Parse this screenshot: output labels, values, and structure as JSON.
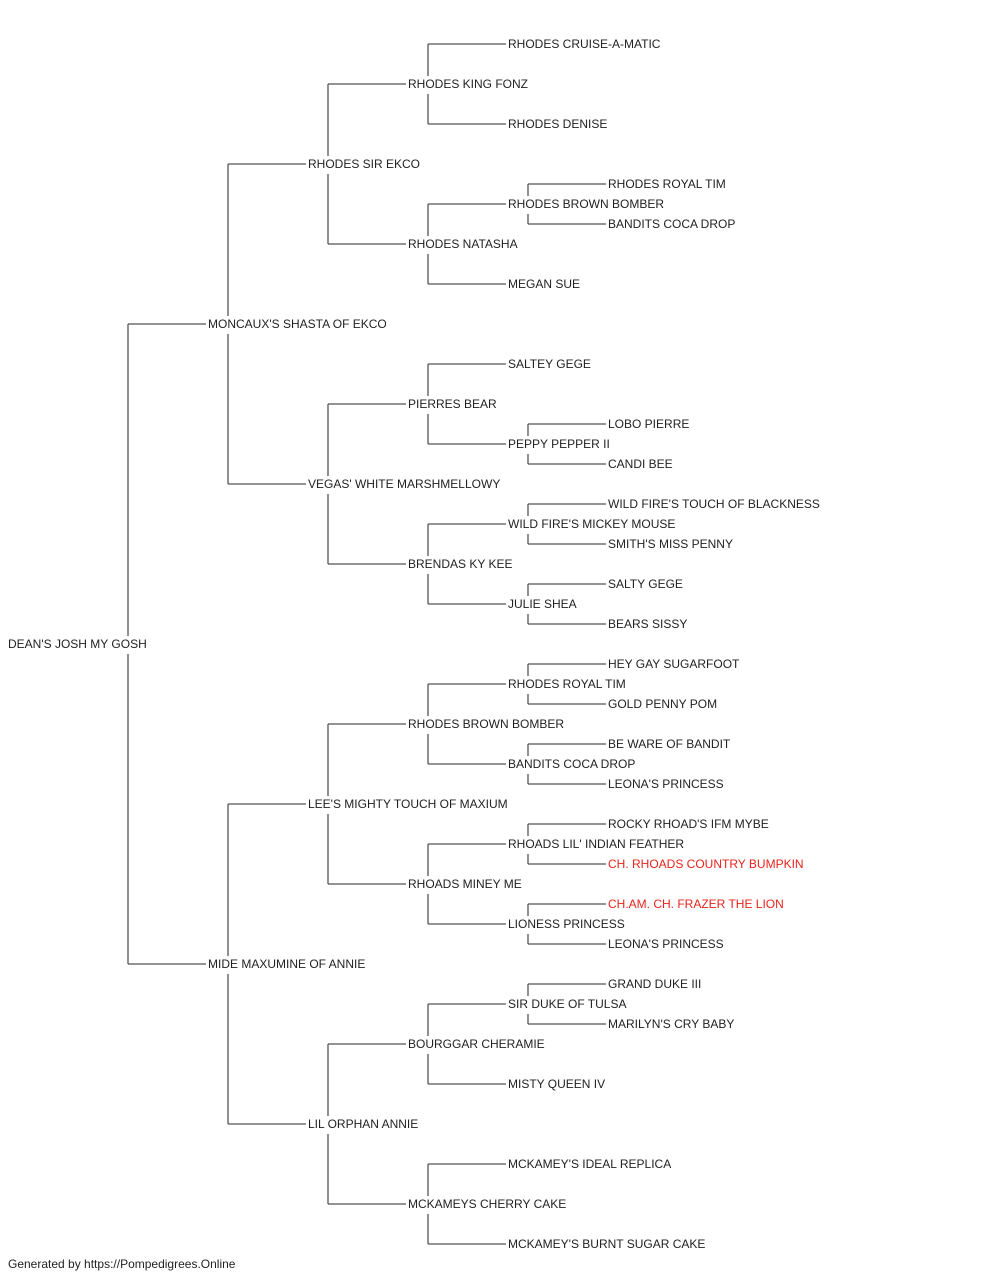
{
  "footer": "Generated by https://Pompedigrees.Online",
  "colors": {
    "text": "#222222",
    "champion": "#e8231b",
    "line": "#555555"
  },
  "pedigree": {
    "name": "DEAN'S JOSH MY GOSH",
    "children": [
      {
        "name": "MONCAUX'S SHASTA OF EKCO",
        "children": [
          {
            "name": "RHODES SIR EKCO",
            "children": [
              {
                "name": "RHODES KING FONZ",
                "children": [
                  {
                    "name": "RHODES CRUISE-A-MATIC"
                  },
                  {
                    "name": "RHODES DENISE"
                  }
                ]
              },
              {
                "name": "RHODES NATASHA",
                "children": [
                  {
                    "name": "RHODES BROWN BOMBER",
                    "children": [
                      {
                        "name": "RHODES ROYAL TIM"
                      },
                      {
                        "name": "BANDITS COCA DROP"
                      }
                    ]
                  },
                  {
                    "name": "MEGAN SUE"
                  }
                ]
              }
            ]
          },
          {
            "name": "VEGAS' WHITE MARSHMELLOWY",
            "children": [
              {
                "name": "PIERRES BEAR",
                "children": [
                  {
                    "name": "SALTEY GEGE"
                  },
                  {
                    "name": "PEPPY PEPPER II",
                    "children": [
                      {
                        "name": "LOBO PIERRE"
                      },
                      {
                        "name": "CANDI BEE"
                      }
                    ]
                  }
                ]
              },
              {
                "name": "BRENDAS KY KEE",
                "children": [
                  {
                    "name": "WILD FIRE'S MICKEY MOUSE",
                    "children": [
                      {
                        "name": "WILD FIRE'S TOUCH OF BLACKNESS"
                      },
                      {
                        "name": "SMITH'S MISS PENNY"
                      }
                    ]
                  },
                  {
                    "name": "JULIE SHEA",
                    "children": [
                      {
                        "name": "SALTY GEGE"
                      },
                      {
                        "name": "BEARS SISSY"
                      }
                    ]
                  }
                ]
              }
            ]
          }
        ]
      },
      {
        "name": "MIDE MAXUMINE OF ANNIE",
        "children": [
          {
            "name": "LEE'S MIGHTY TOUCH OF MAXIUM",
            "children": [
              {
                "name": "RHODES BROWN BOMBER",
                "children": [
                  {
                    "name": "RHODES ROYAL TIM",
                    "children": [
                      {
                        "name": "HEY GAY SUGARFOOT"
                      },
                      {
                        "name": "GOLD PENNY POM"
                      }
                    ]
                  },
                  {
                    "name": "BANDITS COCA DROP",
                    "children": [
                      {
                        "name": "BE WARE OF BANDIT"
                      },
                      {
                        "name": "LEONA'S PRINCESS"
                      }
                    ]
                  }
                ]
              },
              {
                "name": "RHOADS MINEY ME",
                "children": [
                  {
                    "name": "RHOADS LIL' INDIAN FEATHER",
                    "children": [
                      {
                        "name": "ROCKY RHOAD'S IFM MYBE"
                      },
                      {
                        "name": "CH. RHOADS COUNTRY BUMPKIN",
                        "champion": true
                      }
                    ]
                  },
                  {
                    "name": "LIONESS PRINCESS",
                    "children": [
                      {
                        "name": "CH.AM. CH. FRAZER THE LION",
                        "champion": true
                      },
                      {
                        "name": "LEONA'S PRINCESS"
                      }
                    ]
                  }
                ]
              }
            ]
          },
          {
            "name": "LIL ORPHAN ANNIE",
            "children": [
              {
                "name": "BOURGGAR CHERAMIE",
                "children": [
                  {
                    "name": "SIR DUKE OF TULSA",
                    "children": [
                      {
                        "name": "GRAND DUKE III"
                      },
                      {
                        "name": "MARILYN'S CRY BABY"
                      }
                    ]
                  },
                  {
                    "name": "MISTY QUEEN IV"
                  }
                ]
              },
              {
                "name": "MCKAMEYS CHERRY CAKE",
                "children": [
                  {
                    "name": "MCKAMEY'S IDEAL REPLICA"
                  },
                  {
                    "name": "MCKAMEY'S BURNT SUGAR CAKE"
                  }
                ]
              }
            ]
          }
        ]
      }
    ]
  }
}
